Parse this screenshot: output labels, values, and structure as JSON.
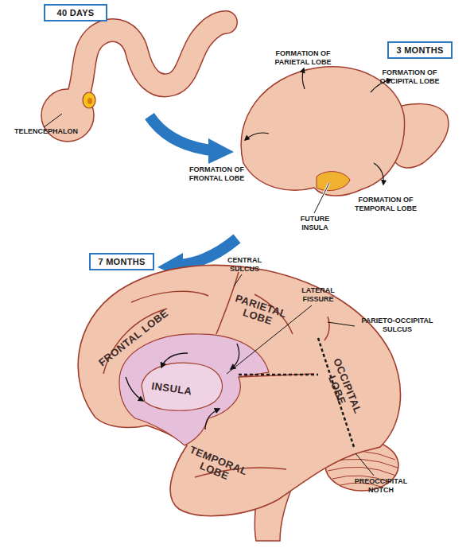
{
  "diagram": {
    "nodes": [
      {
        "text": [
          "40 DAYS"
        ]
      },
      {
        "text": [
          "3 MONTHS"
        ]
      },
      {
        "text": [
          "7 MONTHS"
        ]
      }
    ],
    "labels": [
      "TELENCEPHALON",
      "FORMATION OF PARIETAL LOBE",
      "FORMATION OF OCCIPITAL LOBE",
      "FORMATION OF FRONTAL LOBE",
      "FUTURE INSULA",
      "FORMATION OF TEMPORAL LOBE",
      "CENTRAL SULCUS",
      "LATERAL FISSURE",
      "PARIETO-OCCIPITAL SULCUS",
      "FRONTAL LOBE",
      "PARIETAL LOBE",
      "OCCIPITAL LOBE",
      "INSULA",
      "TEMPORAL LOBE",
      "PREOCCIPITAL NOTCH"
    ]
  }
}
